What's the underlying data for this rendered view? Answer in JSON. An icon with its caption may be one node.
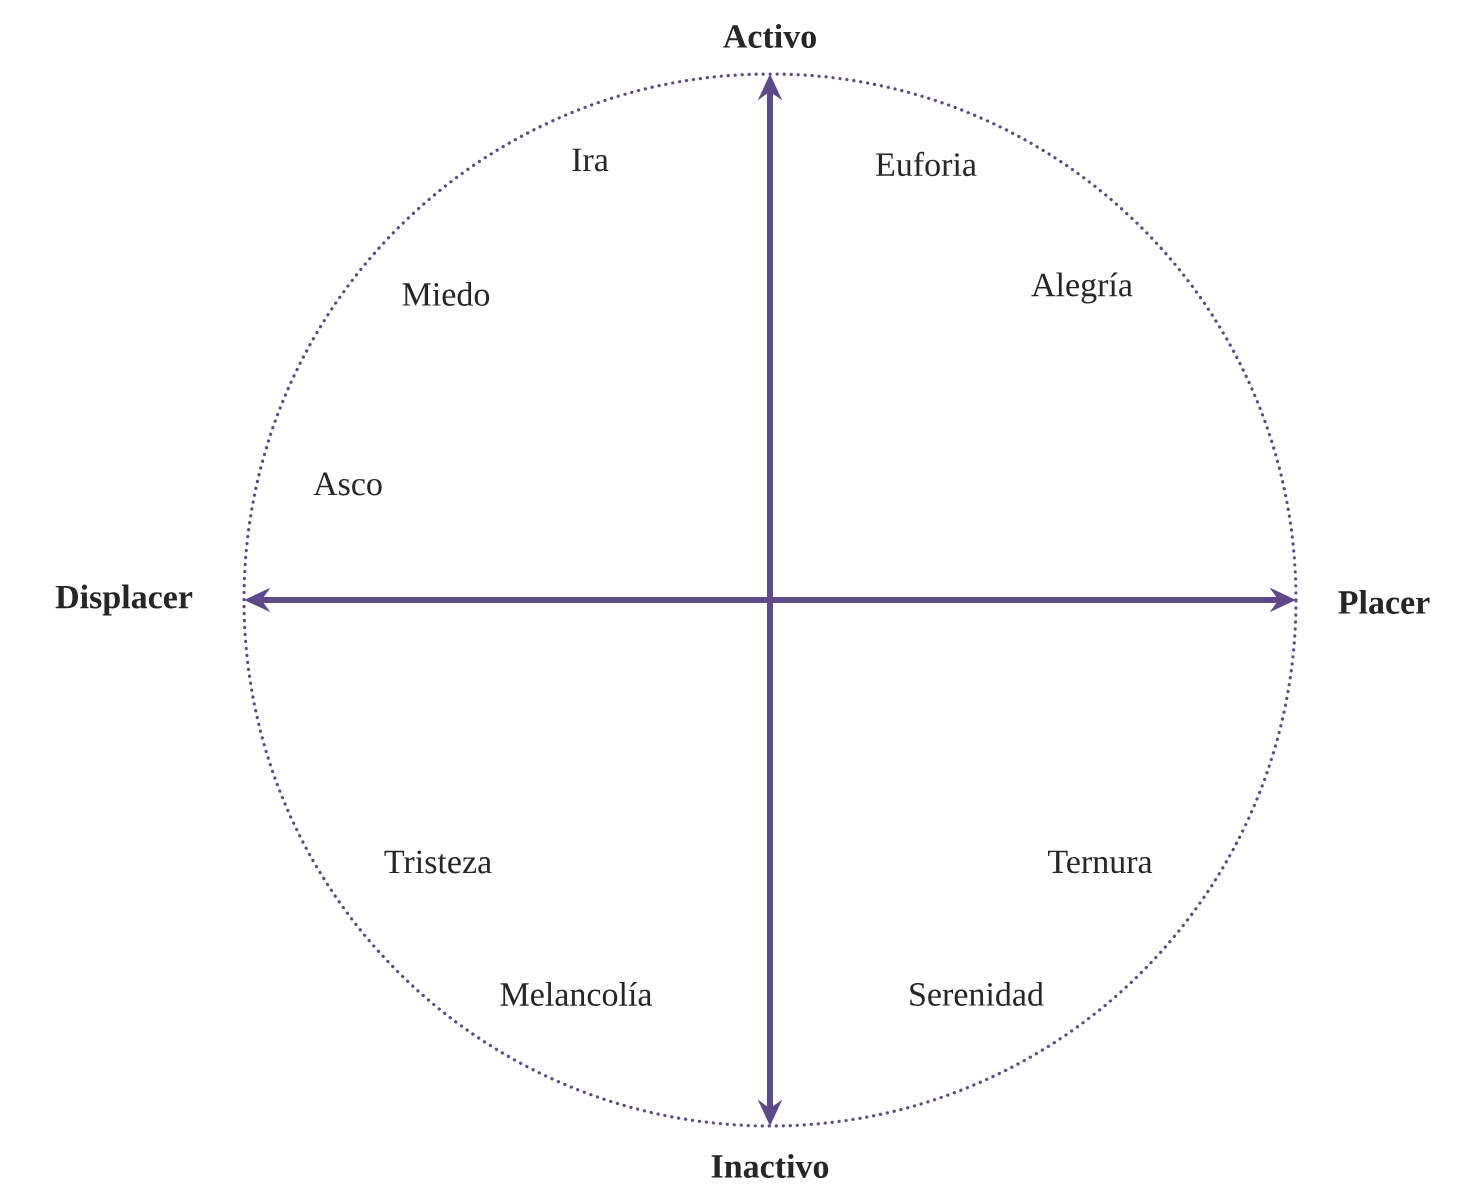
{
  "diagram": {
    "labels": [
      "Activo",
      "Ira",
      "Euforia",
      "Miedo",
      "Alegría",
      "Asco",
      "Displacer",
      "Placer",
      "Tristeza",
      "Ternura",
      "Melancolía",
      "Serenidad",
      "Inactivo"
    ]
  }
}
